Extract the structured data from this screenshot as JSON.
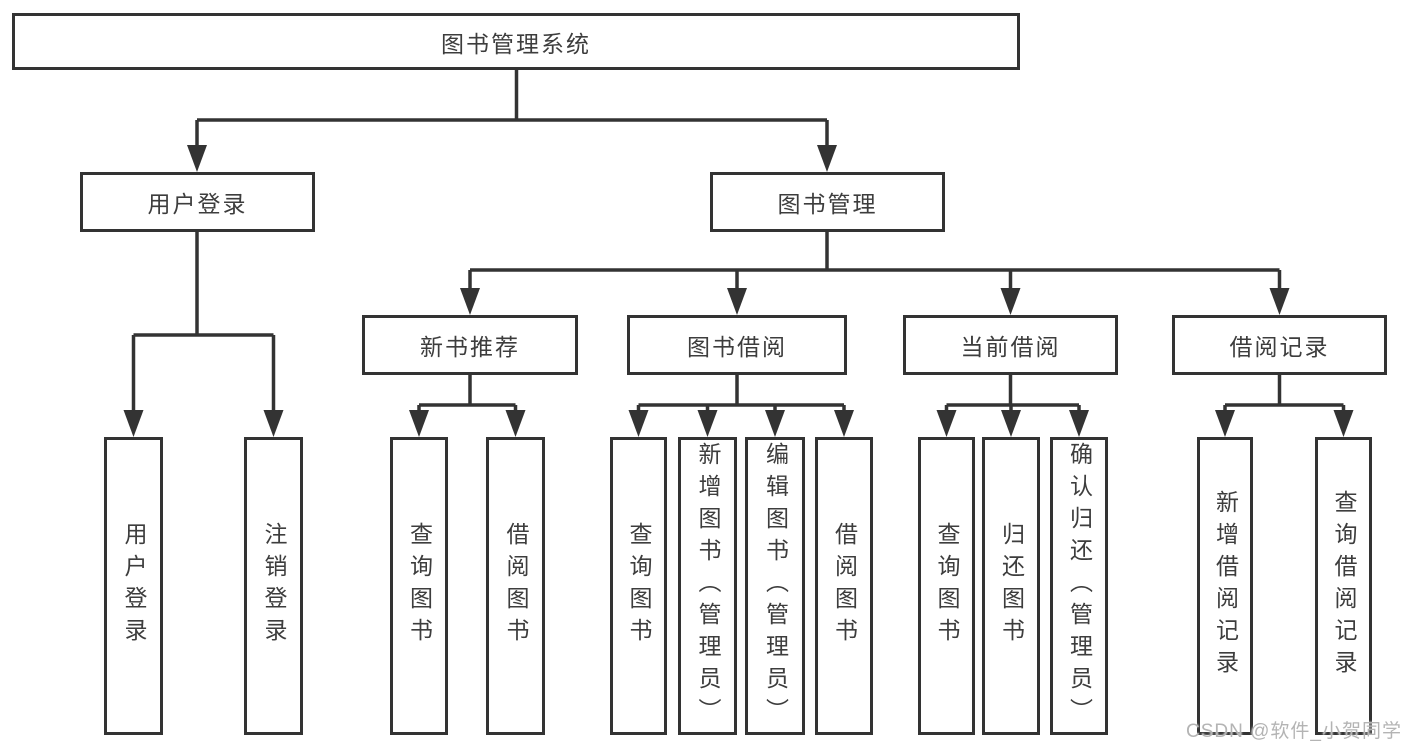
{
  "tree": {
    "label": "图书管理系统",
    "children": [
      {
        "label": "用户登录",
        "children": [
          {
            "label": "用户登录"
          },
          {
            "label": "注销登录"
          }
        ]
      },
      {
        "label": "图书管理",
        "children": [
          {
            "label": "新书推荐",
            "children": [
              {
                "label": "查询图书"
              },
              {
                "label": "借阅图书"
              }
            ]
          },
          {
            "label": "图书借阅",
            "children": [
              {
                "label": "查询图书"
              },
              {
                "label": "新增图书（管理员）"
              },
              {
                "label": "编辑图书（管理员）"
              },
              {
                "label": "借阅图书"
              }
            ]
          },
          {
            "label": "当前借阅",
            "children": [
              {
                "label": "查询图书"
              },
              {
                "label": "归还图书"
              },
              {
                "label": "确认归还（管理员）"
              }
            ]
          },
          {
            "label": "借阅记录",
            "children": [
              {
                "label": "新增借阅记录"
              },
              {
                "label": "查询借阅记录"
              }
            ]
          }
        ]
      }
    ]
  },
  "watermark": {
    "text": "CSDN @软件_小贺同学"
  },
  "colors": {
    "line": "#333333",
    "text": "#3d3d3d",
    "background": "#ffffff",
    "watermark": "#b4b4b4"
  }
}
